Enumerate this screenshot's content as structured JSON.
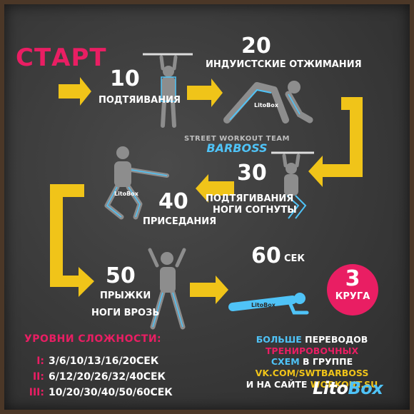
{
  "title": "СТАРТ",
  "steps": [
    {
      "count": "10",
      "label_lines": [
        "ПОДТЯИВАНИЯ"
      ]
    },
    {
      "count": "20",
      "label_lines": [
        "ИНДУИСТСКИЕ ОТЖИМАНИЯ"
      ]
    },
    {
      "count": "30",
      "label_lines": [
        "ПОДТЯГИВАНИЯ",
        "НОГИ СОГНУТЫ"
      ]
    },
    {
      "count": "40",
      "label_lines": [
        "ПРИСЕДАНИЯ"
      ]
    },
    {
      "count": "50",
      "label_lines": [
        "ПРЫЖКИ",
        "НОГИ ВРОЗЬ"
      ]
    },
    {
      "count": "60",
      "unit": "СЕК"
    }
  ],
  "rounds": {
    "number": "3",
    "label": "КРУГА"
  },
  "watermark": {
    "line1": "STREET WORKOUT TEAM",
    "line2": "BARBOSS"
  },
  "figure_labels": {
    "pushup": "LitoBox",
    "squat": "LitoBox",
    "plank": "LitoBox"
  },
  "levels": {
    "title": "УРОВНИ СЛОЖНОСТИ:",
    "rows": [
      {
        "numeral": "I:",
        "values": "3/6/10/13/16/20СЕК"
      },
      {
        "numeral": "II:",
        "values": "6/12/20/26/32/40СЕК"
      },
      {
        "numeral": "III:",
        "values": "10/20/30/40/50/60СЕК"
      }
    ]
  },
  "promo": {
    "w1": "БОЛЬШЕ",
    "w2": "ПЕРЕВОДОВ",
    "w3": "ТРЕНИРОВОЧНЫХ",
    "w4": "СХЕМ",
    "w5": "В ГРУППЕ",
    "w6": "VK.COM/SWTBARBOSS",
    "w7": "И НА САЙТЕ",
    "w8": "WORKOUT.SU"
  },
  "brand": {
    "part1": "Lito",
    "part2": "Box"
  },
  "colors": {
    "accent_pink": "#e91e63",
    "arrow_yellow": "#f0c419",
    "figure_blue": "#4fc3f7",
    "board": "#3c3c3c"
  }
}
